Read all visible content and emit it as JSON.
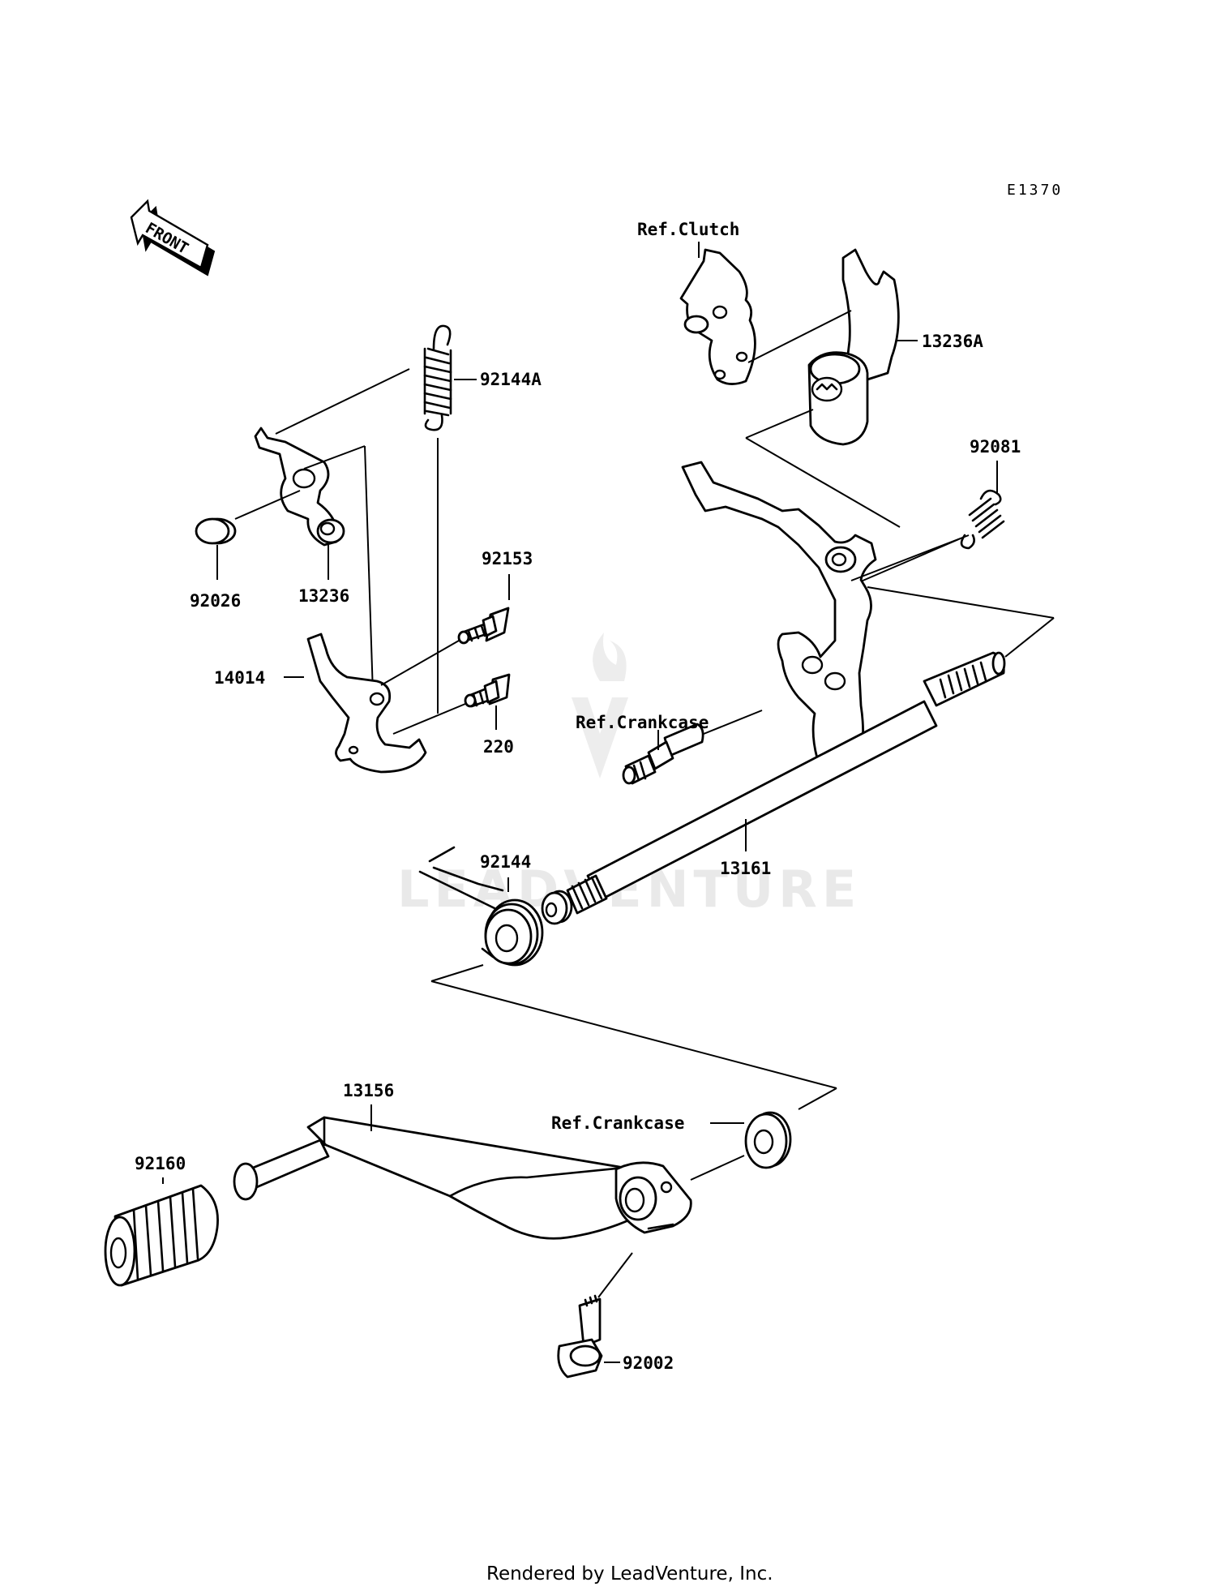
{
  "diagram_code": "E1370",
  "front_arrow_label": "FRONT",
  "watermark": "LEADVENTURE",
  "footer": "Rendered by LeadVenture, Inc.",
  "callouts": {
    "ref_clutch": "Ref.Clutch",
    "p13236A": "13236A",
    "p92144A": "92144A",
    "p92081": "92081",
    "p92026": "92026",
    "p13236": "13236",
    "p92153": "92153",
    "p14014": "14014",
    "p220": "220",
    "ref_crankcase_1": "Ref.Crankcase",
    "p92144": "92144",
    "p13161": "13161",
    "p13156": "13156",
    "ref_crankcase_2": "Ref.Crankcase",
    "p92160": "92160",
    "p92002": "92002"
  }
}
